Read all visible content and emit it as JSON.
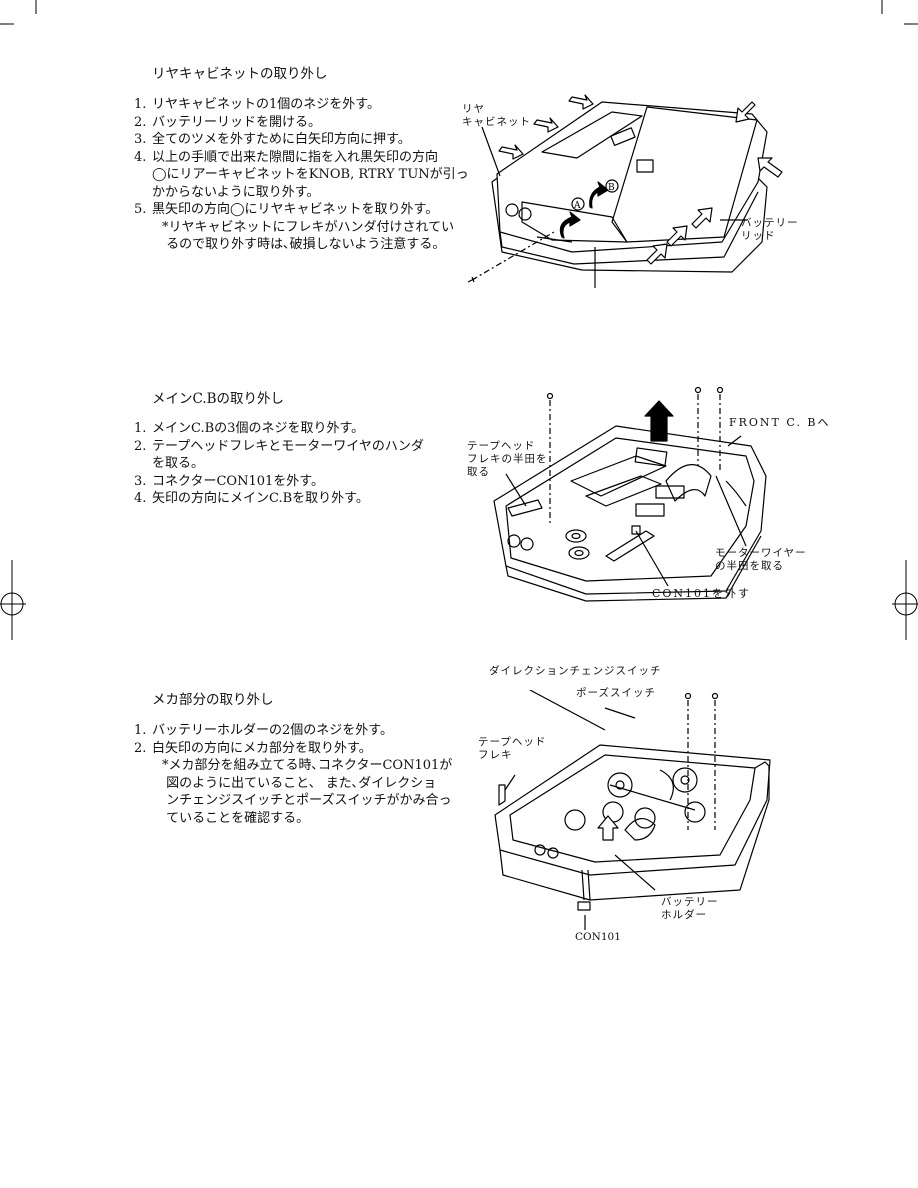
{
  "sections": [
    {
      "title": "リヤキャビネットの取り外し",
      "steps": [
        {
          "num": "1.",
          "text": "リヤキャビネットの1個のネジを外す。"
        },
        {
          "num": "2.",
          "text": "バッテリーリッドを開ける。"
        },
        {
          "num": "3.",
          "text": "全てのツメを外すために白矢印方向に押す。"
        },
        {
          "num": "4.",
          "text": "以上の手順で出来た隙間に指を入れ黒矢印の方向\n◯にリアーキャビネットをKNOB, RTRY TUNが引っ\nかからないように取り外す。"
        },
        {
          "num": "5.",
          "text": "黒矢印の方向◯にリヤキャビネットを取り外す。"
        },
        {
          "num": "",
          "text": "*リヤキャビネットにフレキがハンダ付けされてい\n るので取り外す時は､破損しないよう注意する。"
        }
      ],
      "labels": {
        "rear_cabinet": "リヤ\nキャビネット",
        "battery_lid": "バッテリー\nリッド",
        "marker_a": "A",
        "marker_b": "B"
      }
    },
    {
      "title": "メインC.Bの取り外し",
      "steps": [
        {
          "num": "1.",
          "text": "メインC.Bの3個のネジを取り外す。"
        },
        {
          "num": "2.",
          "text": "テープヘッドフレキとモーターワイヤのハンダ\nを取る。"
        },
        {
          "num": "3.",
          "text": "コネクターCON101を外す。"
        },
        {
          "num": "4.",
          "text": "矢印の方向にメインC.Bを取り外す。"
        }
      ],
      "labels": {
        "tape_head_flex": "テープヘッド\nフレキの半田を\n取る",
        "front_cb": "FRONT C. Bへ",
        "motor_wire": "モーターワイヤー\nの半田を取る",
        "con101": "CON101を外す"
      }
    },
    {
      "title": "メカ部分の取り外し",
      "steps": [
        {
          "num": "1.",
          "text": "バッテリーホルダーの2個のネジを外す。"
        },
        {
          "num": "2.",
          "text": "白矢印の方向にメカ部分を取り外す。"
        },
        {
          "num": "",
          "text": "*メカ部分を組み立てる時､コネクターCON101が\n 図のように出ていること、 また､ダイレクショ\n ンチェンジスイッチとポーズスイッチがかみ合っ\n ていることを確認する。"
        }
      ],
      "labels": {
        "direction_switch": "ダイレクションチェンジスイッチ",
        "pause_switch": "ポーズスイッチ",
        "tape_head_flex": "テープヘッド\nフレキ",
        "battery_holder": "バッテリー\nホルダー",
        "con101": "CON101"
      }
    }
  ]
}
